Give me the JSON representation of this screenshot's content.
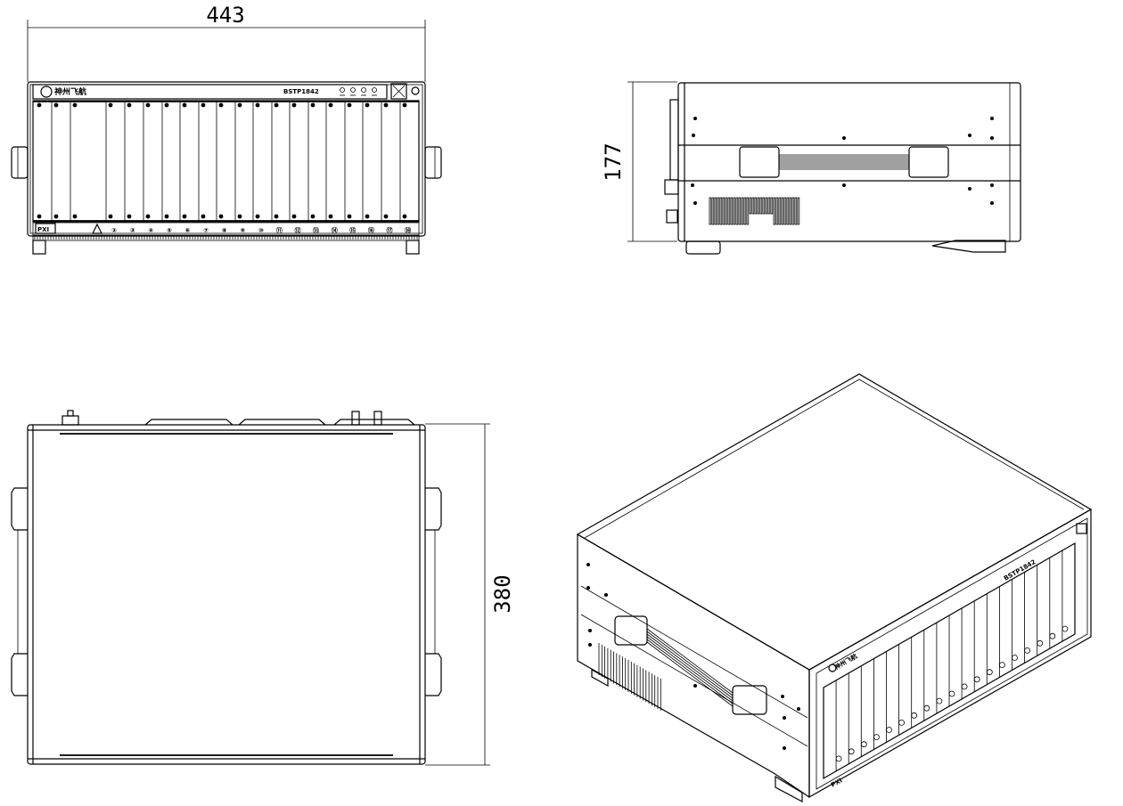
{
  "dimensions": {
    "width": "443",
    "height": "177",
    "depth": "380"
  },
  "front_view": {
    "brand_text": "神州飞航",
    "model_text": "BSTP1842",
    "bottom_logo_text": "PXI",
    "slot_numbers": [
      "②",
      "③",
      "④",
      "⑤",
      "⑥",
      "⑦",
      "⑧",
      "⑨",
      "⑩",
      "⑪",
      "⑫",
      "⑬",
      "⑭",
      "⑮",
      "⑯",
      "⑰",
      "⑱"
    ]
  },
  "iso_view": {
    "brand_text": "神州飞航",
    "model_text": "BSTP1842",
    "bottom_logo_text": "PXI"
  }
}
